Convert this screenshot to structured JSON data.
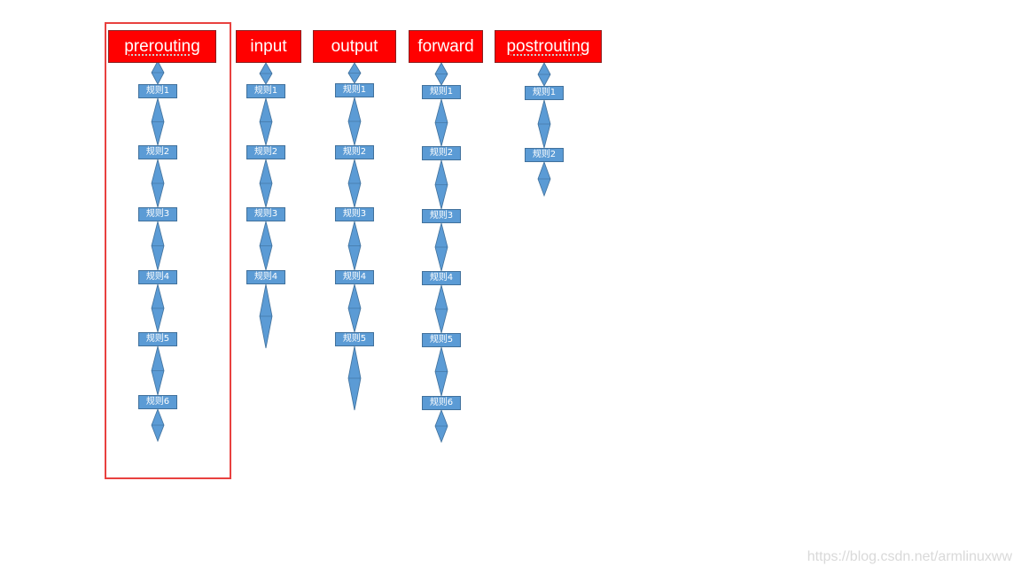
{
  "chains": [
    {
      "name": "prerouting",
      "underlined": true,
      "rules": [
        "规则1",
        "规则2",
        "规则3",
        "规则4",
        "规则5",
        "规则6"
      ]
    },
    {
      "name": "input",
      "underlined": false,
      "rules": [
        "规则1",
        "规则2",
        "规则3",
        "规则4"
      ]
    },
    {
      "name": "output",
      "underlined": false,
      "rules": [
        "规则1",
        "规则2",
        "规则3",
        "规则4",
        "规则5"
      ]
    },
    {
      "name": "forward",
      "underlined": false,
      "rules": [
        "规则1",
        "规则2",
        "规则3",
        "规则4",
        "规则5",
        "规则6"
      ]
    },
    {
      "name": "postrouting",
      "underlined": true,
      "rules": [
        "规则1",
        "规则2"
      ]
    }
  ],
  "highlighted_chain": "prerouting",
  "watermark": "https://blog.csdn.net/armlinuxww",
  "colors": {
    "chain_fill": "#ff0000",
    "rule_fill": "#5b9bd5",
    "rule_border": "#41719c",
    "highlight_border": "#e8413f",
    "watermark": "#d9d9d9"
  }
}
